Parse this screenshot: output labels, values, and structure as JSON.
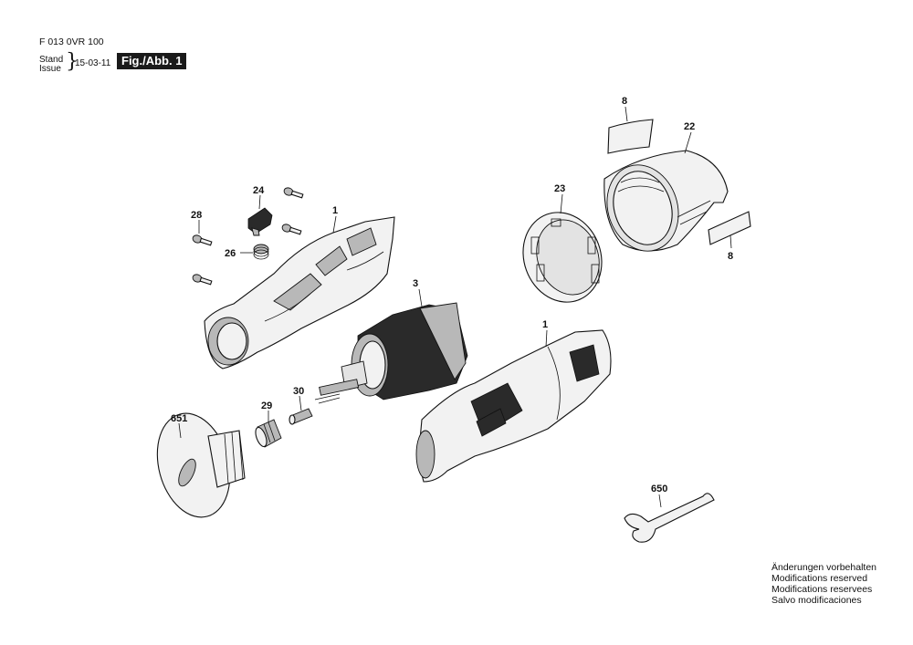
{
  "header": {
    "part_number": "F 013 0VR 100",
    "stand_label": "Stand",
    "issue_label": "Issue",
    "brace": "}",
    "issue_date": "15-03-11",
    "figure_badge": "Fig./Abb. 1"
  },
  "callouts": {
    "c8_top": "8",
    "c22": "22",
    "c23": "23",
    "c8_right": "8",
    "c24": "24",
    "c28": "28",
    "c1_housing": "1",
    "c26": "26",
    "c3": "3",
    "c1_cover": "1",
    "c651": "651",
    "c29": "29",
    "c30": "30",
    "c650": "650"
  },
  "notes": {
    "de": "Änderungen vorbehalten",
    "en": "Modifications reserved",
    "fr": "Modifications reservees",
    "es": "Salvo modificaciones"
  }
}
